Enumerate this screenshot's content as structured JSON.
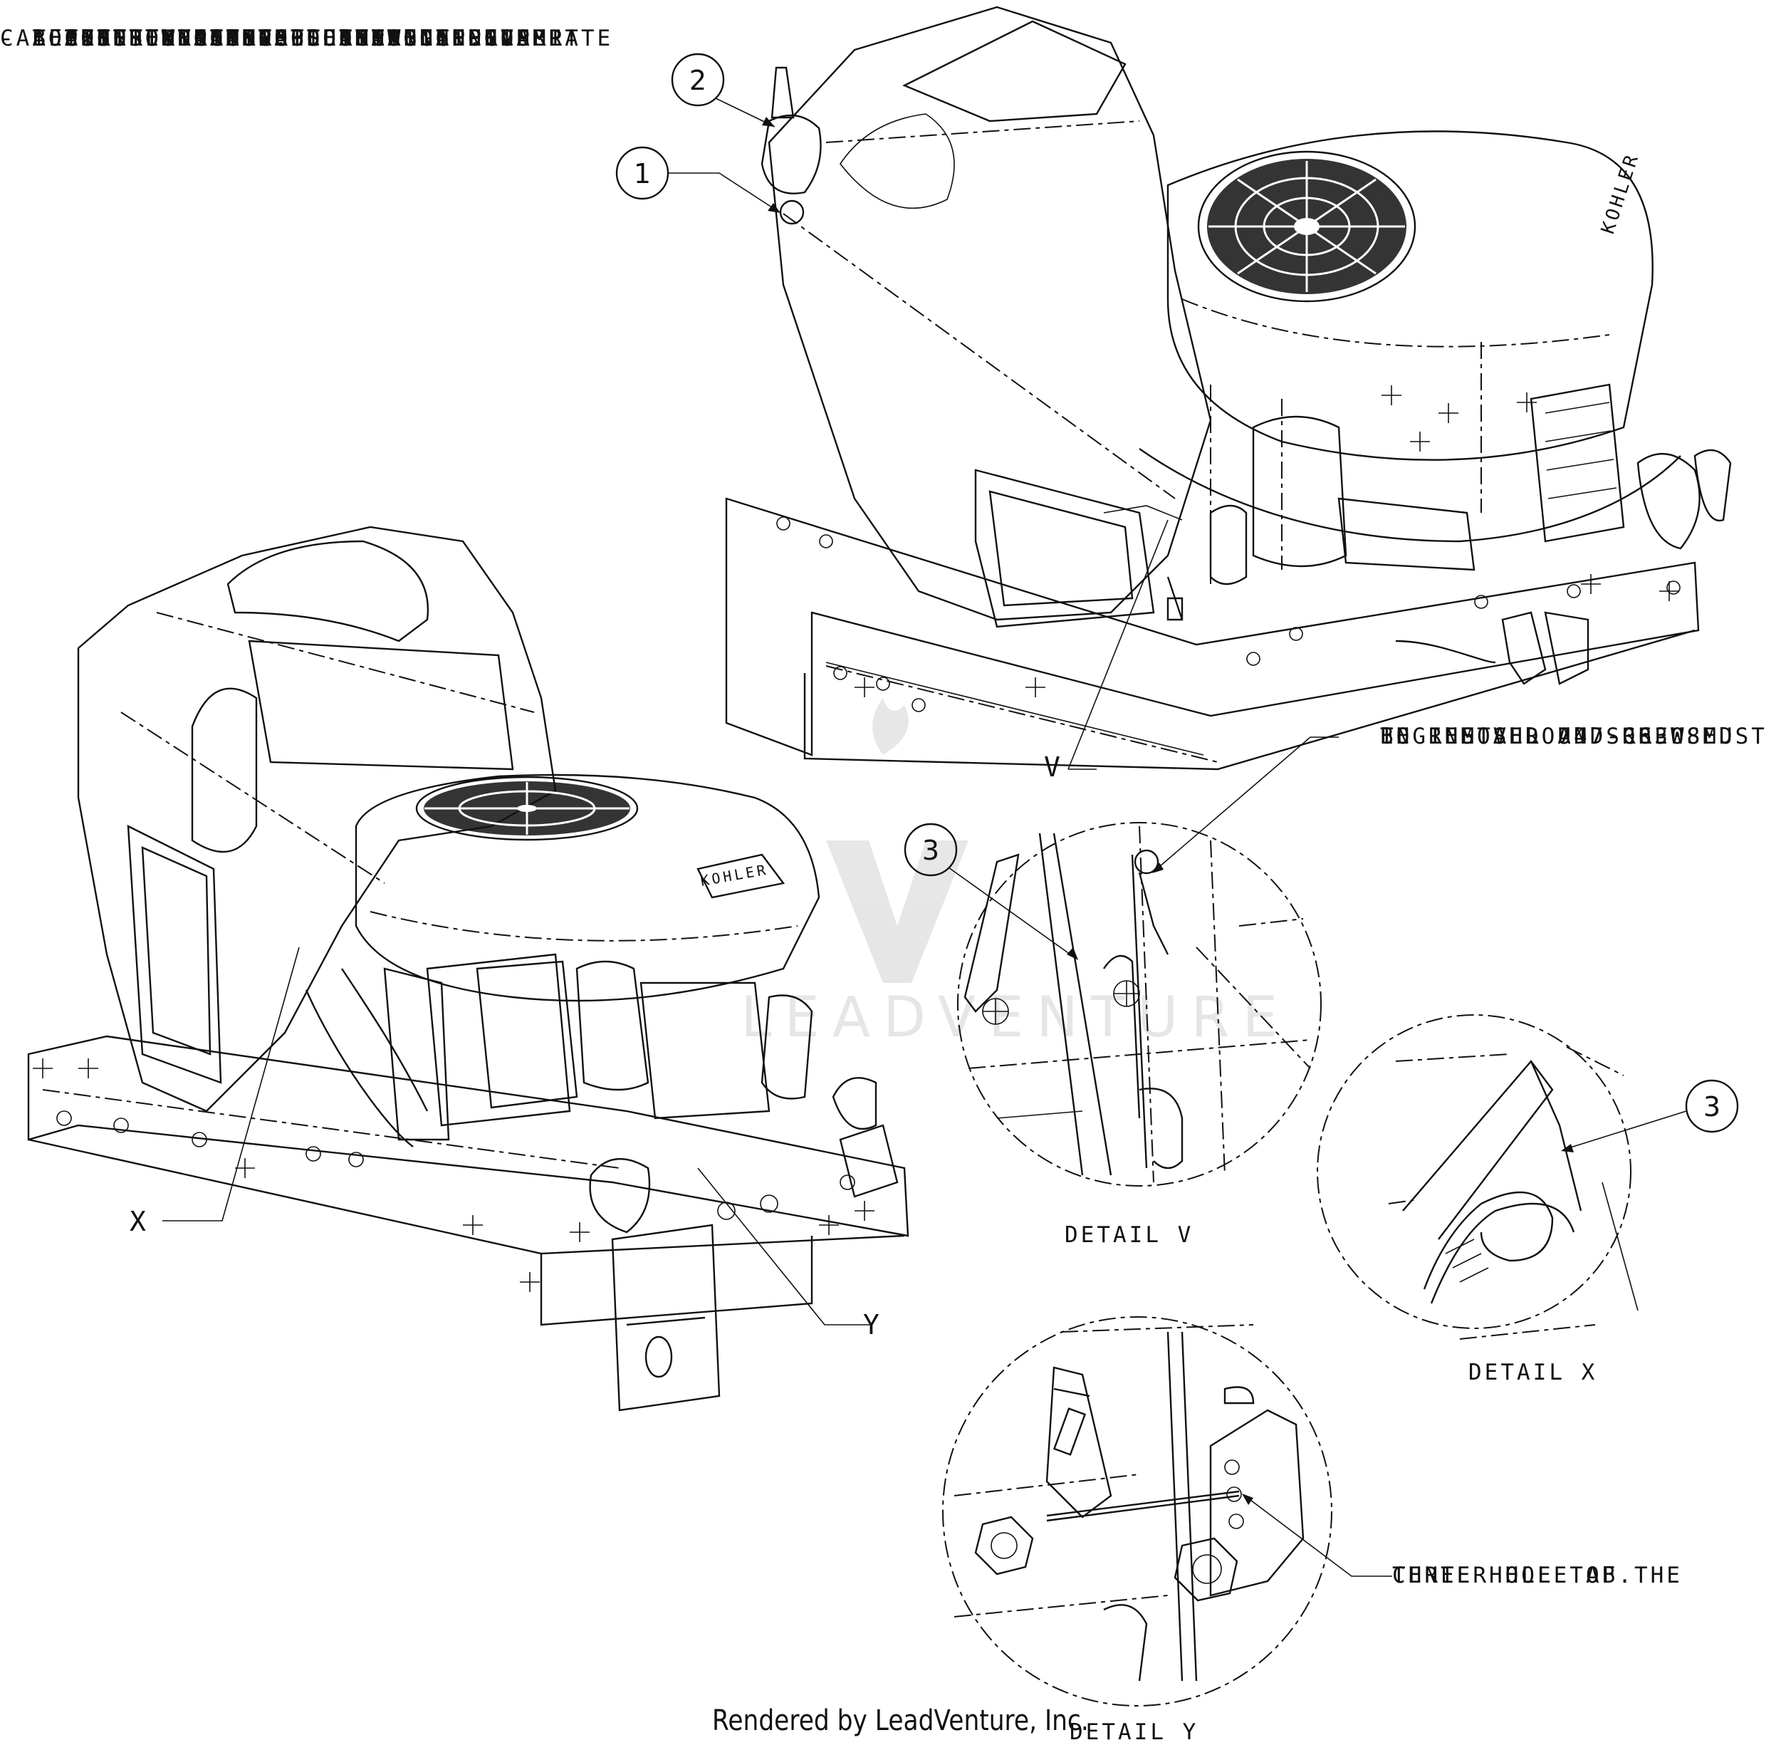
{
  "procedure": {
    "title": "CABLE SETTING PROCEDURE",
    "lines": [
      "- LOOSEN OR REMOVE CLAMP ON ENGINE",
      "    CONTROL PANEL.",
      "- AFTER ROUTING CABLE THROUGH CLAMP",
      "    AS SHOWN IN THIS DRAWING  INSERT",
      "    \"Z\" BEND OF CABLE INTO APPROPRIATE",
      "    THROTTLE CONTROL ON ENGINE.",
      "- TO SET THROTTLE: SET CABLE LEVER",
      "    INTO FULL THROTTLE POSITION.",
      "    PULL ON CABLE TO SET ENGINE",
      "    CONTROL AGAINST HIGH IDLE",
      "    ADJUSTMENT STOP ON ENGINE.",
      "    TIGHTEN CLAMP."
    ]
  },
  "callouts": {
    "c1": "1",
    "c2": "2",
    "c3_detail_v": "3",
    "c3_detail_x": "3"
  },
  "view_labels": {
    "v": "V",
    "x": "X",
    "y": "Y"
  },
  "notes": {
    "shroud_screw": [
      "ENGINE SHROUD SCREW MUST",
      "BE REMOVED AND RE-USED",
      "TO INSTALL 747-06308"
    ],
    "center_hole": [
      "CENTER HOLE OF THE",
      "THREE HOLE TAB."
    ]
  },
  "details": {
    "v": "DETAIL V",
    "x": "DETAIL X",
    "y": "DETAIL Y"
  },
  "brand": {
    "engine_badge": "KOHLER",
    "housing_badge": "KOHLER",
    "watermark": "LEADVENTURE"
  },
  "footer": "Rendered by LeadVenture, Inc."
}
